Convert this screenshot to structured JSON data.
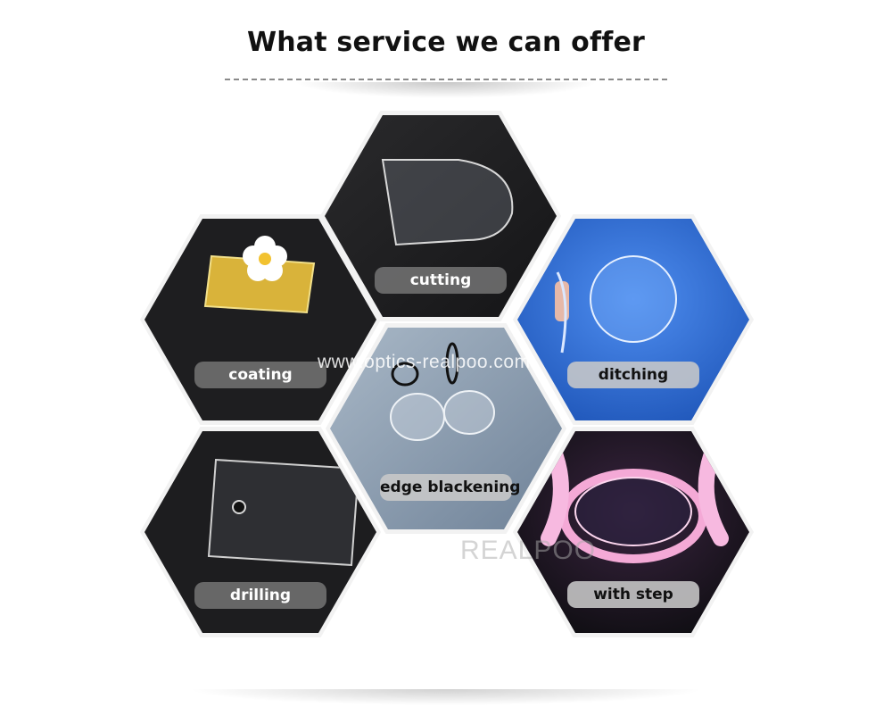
{
  "title": "What service we can offer",
  "watermark": "www.optics-realpoo.com",
  "watermark_brand": "REALPOO",
  "services": [
    {
      "label": "cutting"
    },
    {
      "label": "coating"
    },
    {
      "label": "ditching"
    },
    {
      "label": "edge blackening"
    },
    {
      "label": "drilling"
    },
    {
      "label": "with step"
    }
  ],
  "colors": {
    "dark_bg": "#1d1d1f",
    "blue_bg": "#2f6fd0",
    "grey_blue_bg": "#8fa3b8",
    "pink_accent": "#f4a9d6",
    "gold_coating": "#d9b33a"
  }
}
